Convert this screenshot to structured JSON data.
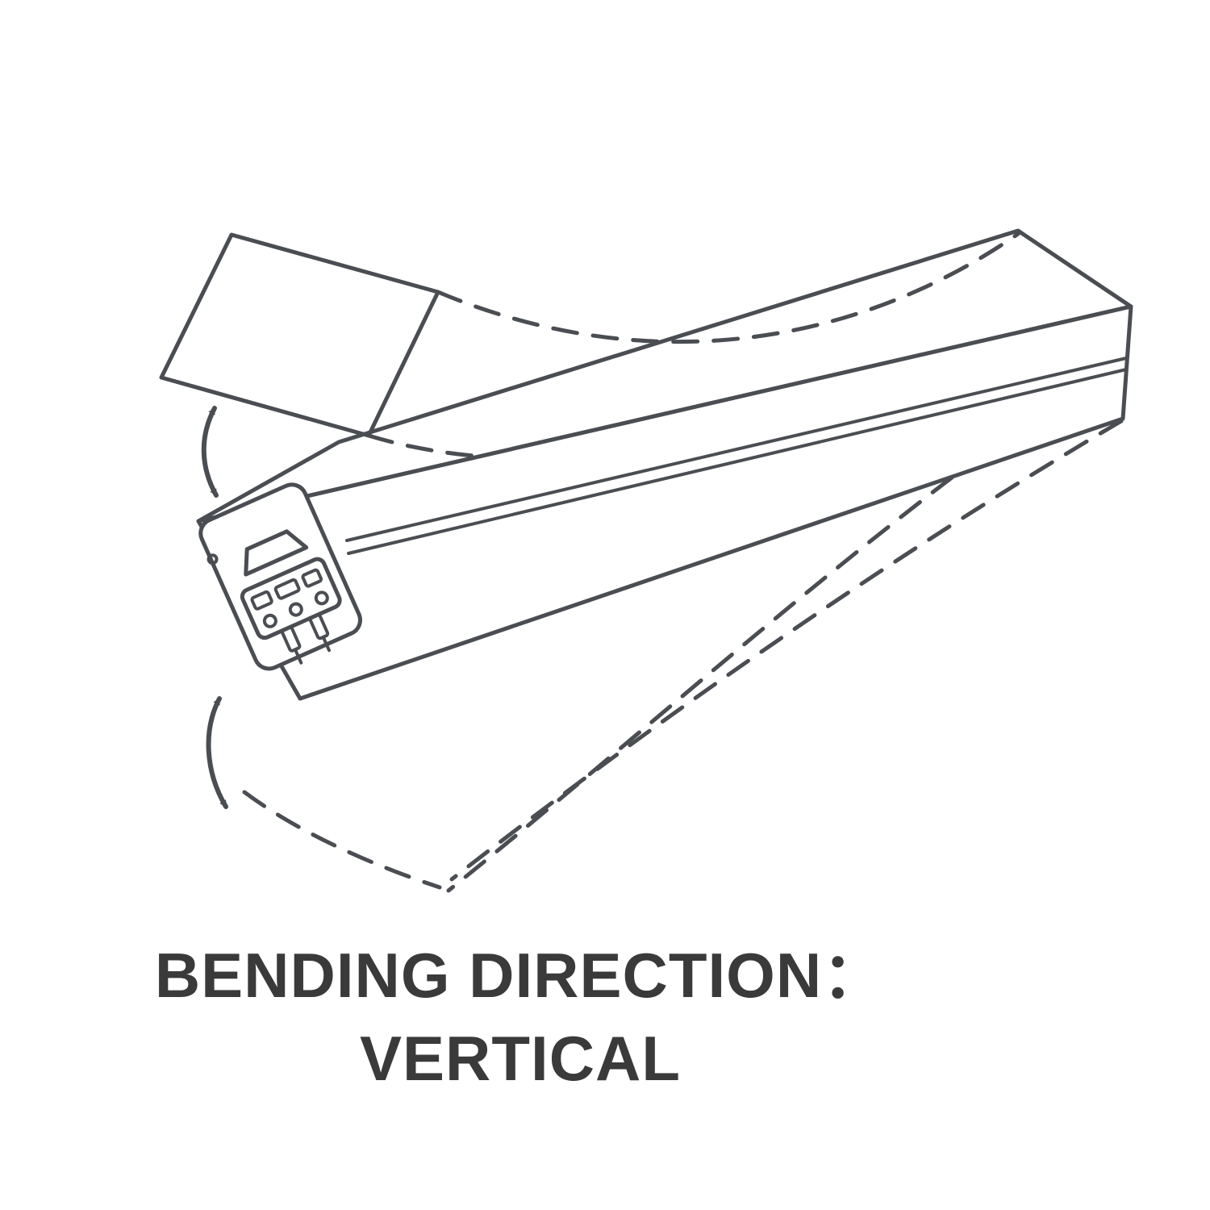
{
  "caption": {
    "line1": "BENDING DIRECTION：",
    "line2": "VERTICAL"
  },
  "colors": {
    "strip_top": "#F3D49A",
    "pcb_fill": "#F3D49A",
    "outline": "#4A4D52",
    "text": "#3A3A3A",
    "background": "#FFFFFF"
  },
  "illustration": {
    "alt": "LED neon flex strip shown in 3D; dashed outlines and double-headed arrows indicate the strip bending up and down (vertical bending direction)"
  }
}
